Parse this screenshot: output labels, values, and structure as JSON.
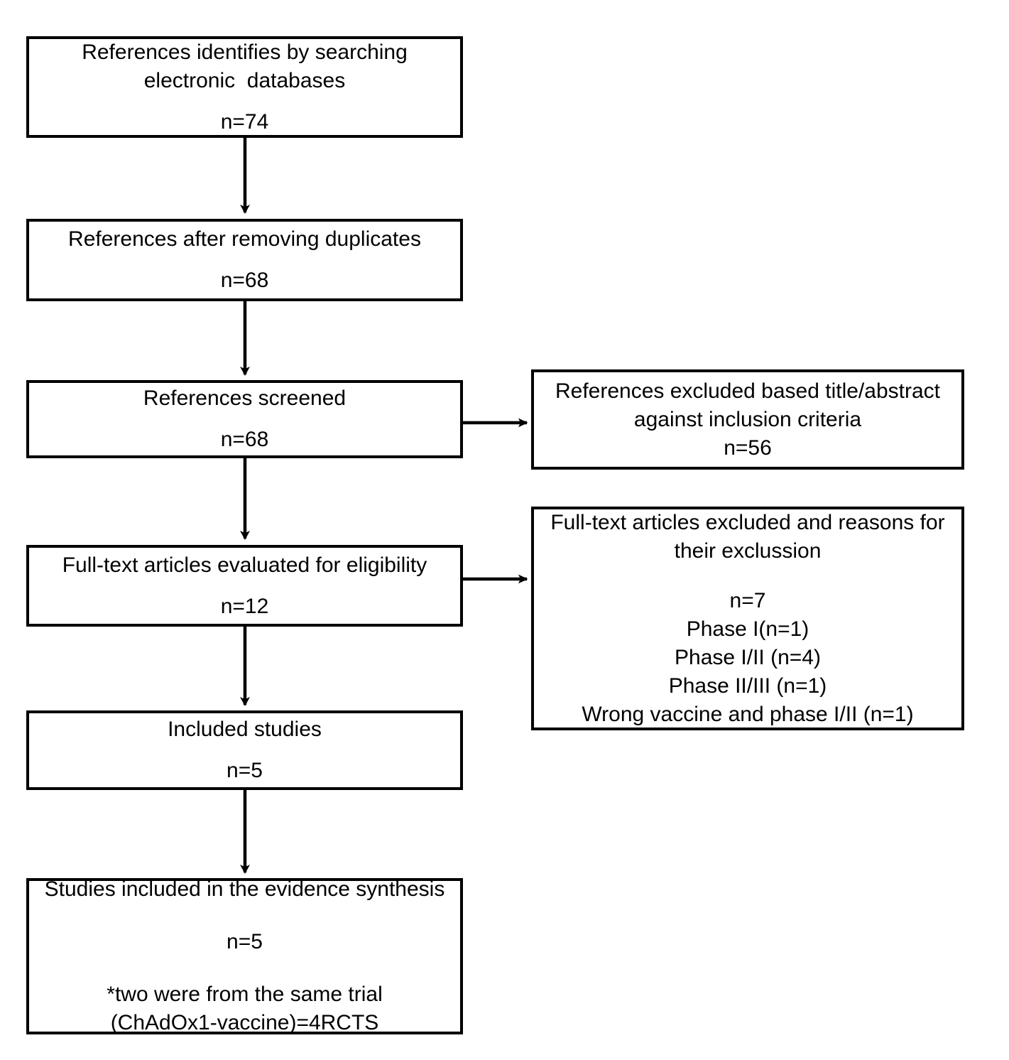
{
  "diagram": {
    "title": "PRISMA study selection flow diagram",
    "type": "flowchart",
    "nodes": {
      "identified": {
        "line1": "References identifies by searching",
        "line2": "electronic  databases",
        "count": "n=74"
      },
      "deduplicated": {
        "line1": "References after removing duplicates",
        "count": "n=68"
      },
      "screened": {
        "line1": "References screened",
        "count": "n=68"
      },
      "excluded_title_abstract": {
        "line1": "References excluded based title/abstract",
        "line2": "against inclusion criteria",
        "count": "n=56"
      },
      "fulltext_evaluated": {
        "line1": "Full-text articles evaluated for eligibility",
        "count": "n=12"
      },
      "fulltext_excluded": {
        "line1": "Full-text articles excluded and reasons for",
        "line2": "their exclussion",
        "count": "n=7",
        "reasons": [
          "Phase I(n=1)",
          "Phase I/II (n=4)",
          "Phase II/III (n=1)",
          "Wrong vaccine and phase I/II (n=1)"
        ]
      },
      "included_studies": {
        "line1": "Included studies",
        "count": "n=5"
      },
      "evidence_synthesis": {
        "line1": "Studies included in the evidence synthesis",
        "count": "n=5",
        "note1": "*two were from the same trial",
        "note2": "(ChAdOx1-vaccine)=4RCTS"
      }
    },
    "colors": {
      "border": "#000000",
      "fill": "#ffffff",
      "text": "#000000",
      "arrow": "#000000"
    }
  }
}
